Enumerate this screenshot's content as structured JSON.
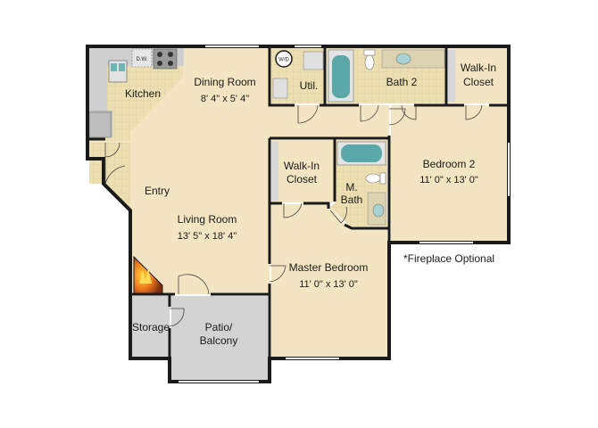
{
  "rooms": {
    "kitchen": {
      "name": "Kitchen"
    },
    "dining_room": {
      "name": "Dining Room",
      "size": "8' 4\" x 5' 4\""
    },
    "utility": {
      "name": "Util."
    },
    "bath_2": {
      "name": "Bath 2"
    },
    "walk_in_closet_1": {
      "name_line1": "Walk-In",
      "name_line2": "Closet"
    },
    "walk_in_closet_2": {
      "name_line1": "Walk-In",
      "name_line2": "Closet"
    },
    "master_bath": {
      "name_line1": "M.",
      "name_line2": "Bath"
    },
    "bedroom_2": {
      "name": "Bedroom 2",
      "size": "11' 0\" x 13' 0\""
    },
    "entry": {
      "name": "Entry"
    },
    "living_room": {
      "name": "Living Room",
      "size": "13' 5\" x 18' 4\""
    },
    "master_bedroom": {
      "name": "Master Bedroom",
      "size": "11' 0\" x 13' 0\""
    },
    "storage": {
      "name": "Storage"
    },
    "patio": {
      "name_line1": "Patio/",
      "name_line2": "Balcony"
    }
  },
  "appliances": {
    "dishwasher": "D.W.",
    "washer_dryer": "W/D"
  },
  "notes": {
    "fireplace": "*Fireplace Optional"
  },
  "colors": {
    "floor": "#f3e5c2",
    "tile": "#ece0b2",
    "counter": "#cfcfcf",
    "tub": "#5aa8a8",
    "patio": "#d3d3d3",
    "wall": "#1a1a1a",
    "fireplace": "#e0521a"
  }
}
